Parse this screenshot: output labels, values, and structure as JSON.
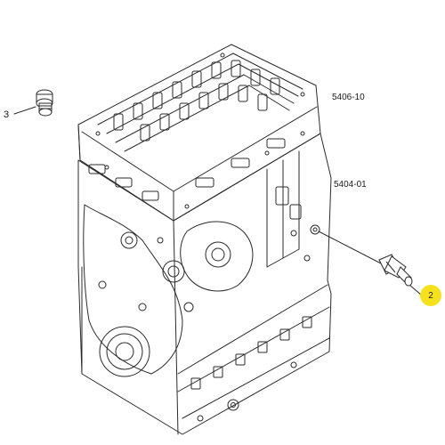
{
  "labels": {
    "group_a": "5406-10",
    "group_b": "5404-01",
    "part_3": "3",
    "part_2": "2"
  },
  "colors": {
    "line": "#2b2b2b",
    "highlight": "#f5e21b",
    "background": "#ffffff"
  },
  "icons": {
    "part_3": "plug-icon",
    "part_2": "sensor-icon"
  }
}
